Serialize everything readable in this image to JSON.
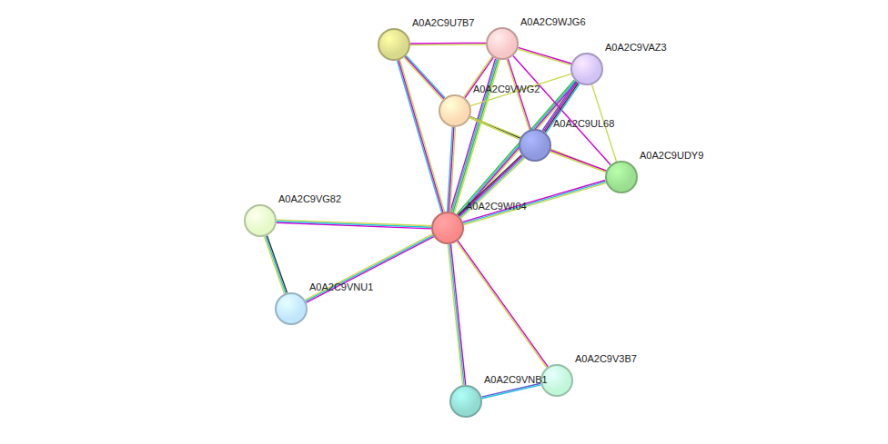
{
  "diagram": {
    "nodes": [
      {
        "text": [
          "A0A2C9U7B7"
        ]
      },
      {
        "text": [
          "A0A2C9WJG6"
        ]
      },
      {
        "text": [
          "A0A2C9VAZ3"
        ]
      },
      {
        "text": [
          "A0A2C9VWG2"
        ]
      },
      {
        "text": [
          "A0A2C9UL68"
        ]
      },
      {
        "text": [
          "A0A2C9UDY9"
        ]
      },
      {
        "text": [
          "A0A2C9WI04"
        ]
      },
      {
        "text": [
          "A0A2C9VG82"
        ]
      },
      {
        "text": [
          "A0A2C9VNU1"
        ]
      },
      {
        "text": [
          "A0A2C9V3B7"
        ]
      },
      {
        "text": [
          "A0A2C9VNB1"
        ]
      }
    ],
    "edges": [
      {
        "from": 6,
        "to": 0,
        "arrow": "none"
      },
      {
        "from": 6,
        "to": 1,
        "arrow": "none"
      },
      {
        "from": 6,
        "to": 2,
        "arrow": "none"
      },
      {
        "from": 6,
        "to": 3,
        "arrow": "none"
      },
      {
        "from": 6,
        "to": 4,
        "arrow": "none"
      },
      {
        "from": 6,
        "to": 5,
        "arrow": "none"
      },
      {
        "from": 6,
        "to": 7,
        "arrow": "none"
      },
      {
        "from": 6,
        "to": 8,
        "arrow": "none"
      },
      {
        "from": 6,
        "to": 9,
        "arrow": "none"
      },
      {
        "from": 6,
        "to": 10,
        "arrow": "none"
      },
      {
        "from": 0,
        "to": 1,
        "arrow": "none"
      },
      {
        "from": 0,
        "to": 3,
        "arrow": "none"
      },
      {
        "from": 1,
        "to": 3,
        "arrow": "none"
      },
      {
        "from": 1,
        "to": 2,
        "arrow": "none"
      },
      {
        "from": 1,
        "to": 4,
        "arrow": "none"
      },
      {
        "from": 1,
        "to": 5,
        "arrow": "none"
      },
      {
        "from": 2,
        "to": 3,
        "arrow": "none"
      },
      {
        "from": 2,
        "to": 4,
        "arrow": "none"
      },
      {
        "from": 2,
        "to": 5,
        "arrow": "none"
      },
      {
        "from": 3,
        "to": 4,
        "arrow": "none"
      },
      {
        "from": 3,
        "to": 5,
        "arrow": "none"
      },
      {
        "from": 4,
        "to": 5,
        "arrow": "none"
      },
      {
        "from": 7,
        "to": 8,
        "arrow": "none"
      },
      {
        "from": 10,
        "to": 9,
        "arrow": "none"
      }
    ]
  }
}
